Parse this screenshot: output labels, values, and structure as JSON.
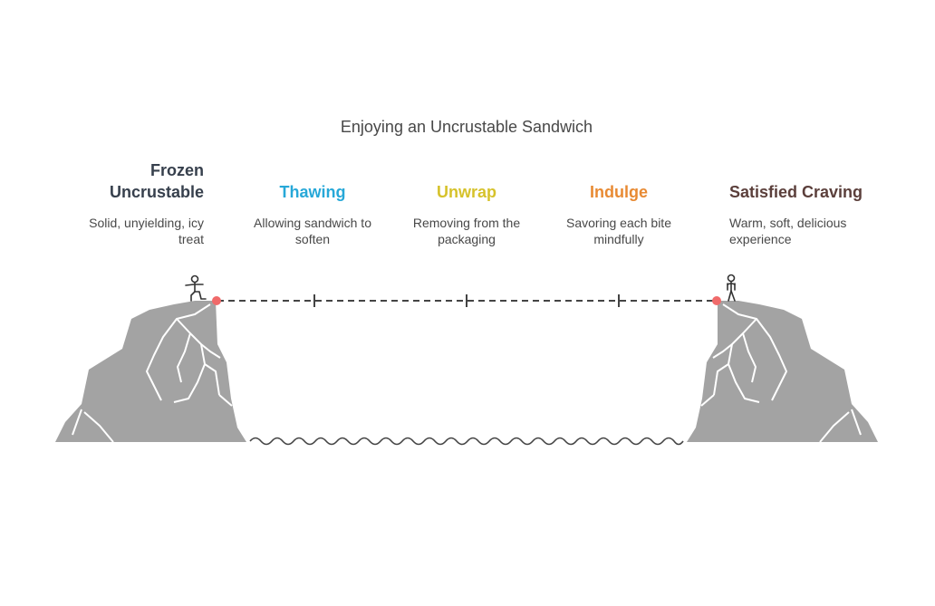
{
  "title": "Enjoying an Uncrustable Sandwich",
  "stages": [
    {
      "label": "Frozen Uncrustable",
      "description": "Solid, unyielding, icy treat",
      "color": "#37404d"
    },
    {
      "label": "Thawing",
      "description": "Allowing sandwich to soften",
      "color": "#27a8d8"
    },
    {
      "label": "Unwrap",
      "description": "Removing from the packaging",
      "color": "#d6c22b"
    },
    {
      "label": "Indulge",
      "description": "Savoring each bite mindfully",
      "color": "#e88a33"
    },
    {
      "label": "Satisfied Craving",
      "description": "Warm, soft, delicious experience",
      "color": "#5b3f3b"
    }
  ],
  "colors": {
    "rock": "#a3a3a3",
    "endpoint": "#f06a6a",
    "line": "#444444"
  },
  "icons": {
    "start": "person-jumping-icon",
    "end": "person-standing-icon"
  }
}
